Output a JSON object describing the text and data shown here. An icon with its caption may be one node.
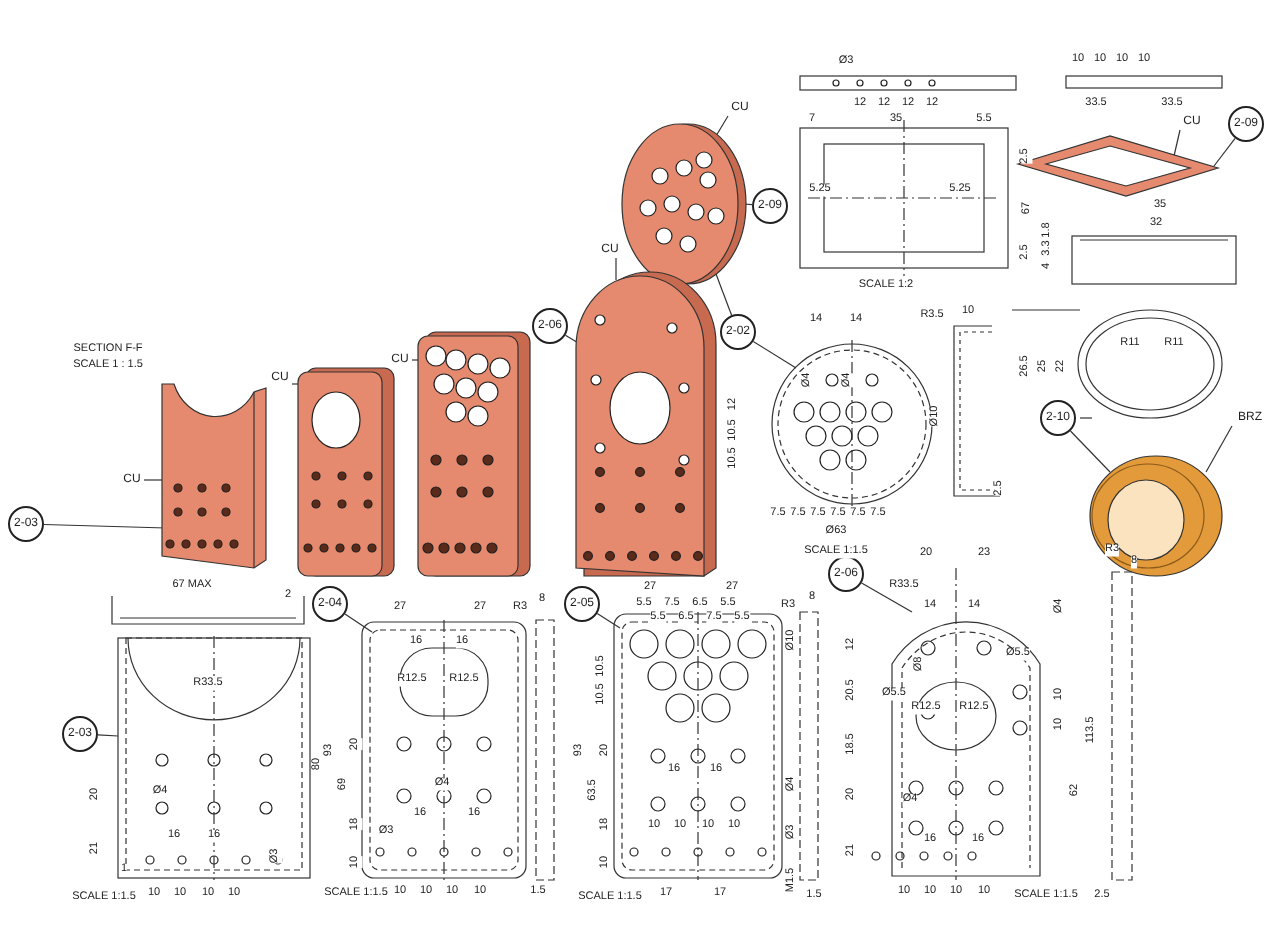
{
  "diagram": {
    "nodes": [
      {
        "text": [
          "2-09"
        ]
      },
      {
        "text": [],
        "shape": "picture"
      },
      {
        "text": [
          "CU"
        ]
      },
      {
        "text": [],
        "shape": "picture"
      },
      {
        "text": [
          "CU"
        ]
      },
      {
        "text": [
          "2-09"
        ]
      },
      {
        "text": [
          "2-02"
        ]
      },
      {
        "text": [],
        "shape": "picture"
      },
      {
        "text": [],
        "shape": "picture"
      },
      {
        "text": [
          "2-10"
        ]
      },
      {
        "text": [
          "BRZ"
        ]
      },
      {
        "text": [],
        "shape": "picture"
      },
      {
        "text": [
          "CU"
        ]
      },
      {
        "text": [
          "2-03"
        ]
      },
      {
        "text": [],
        "shape": "picture"
      },
      {
        "text": [
          "CU"
        ]
      },
      {
        "text": [],
        "shape": "picture"
      },
      {
        "text": [
          "CU"
        ]
      },
      {
        "text": [
          "2-06"
        ]
      },
      {
        "text": [],
        "shape": "picture"
      },
      {
        "text": [
          "CU"
        ]
      },
      {
        "text": [
          "2-03"
        ]
      },
      {
        "text": [],
        "shape": "picture"
      },
      {
        "text": [
          "2-04"
        ]
      },
      {
        "text": [],
        "shape": "picture"
      },
      {
        "text": [
          "2-05"
        ]
      },
      {
        "text": [],
        "shape": "picture"
      },
      {
        "text": [
          "2-06"
        ]
      },
      {
        "text": [],
        "shape": "picture"
      }
    ],
    "edges": [
      {
        "from": 0,
        "to": 1,
        "arrow": "none"
      },
      {
        "from": 2,
        "to": 1,
        "arrow": "none"
      },
      {
        "from": 4,
        "to": 3,
        "arrow": "none"
      },
      {
        "from": 5,
        "to": 3,
        "arrow": "none"
      },
      {
        "from": 6,
        "to": 1,
        "arrow": "none"
      },
      {
        "from": 6,
        "to": 7,
        "arrow": "none"
      },
      {
        "from": 9,
        "to": 8,
        "arrow": "none"
      },
      {
        "from": 10,
        "to": 8,
        "arrow": "none"
      },
      {
        "from": 12,
        "to": 11,
        "arrow": "none"
      },
      {
        "from": 13,
        "to": 11,
        "arrow": "none"
      },
      {
        "from": 15,
        "to": 14,
        "arrow": "none"
      },
      {
        "from": 17,
        "to": 16,
        "arrow": "none"
      },
      {
        "from": 18,
        "to": 19,
        "arrow": "none"
      },
      {
        "from": 20,
        "to": 19,
        "arrow": "none"
      },
      {
        "from": 21,
        "to": 22,
        "arrow": "none"
      },
      {
        "from": 23,
        "to": 24,
        "arrow": "none"
      },
      {
        "from": 25,
        "to": 26,
        "arrow": "none"
      },
      {
        "from": 27,
        "to": 28,
        "arrow": "none"
      }
    ],
    "labels": [
      "Ø3",
      "12",
      "12",
      "12",
      "12",
      "7",
      "35",
      "5.5",
      "2.5",
      "5.25",
      "5.25",
      "67",
      "2.5",
      "SCALE 1:2",
      "10",
      "10",
      "10",
      "10",
      "33.5",
      "33.5",
      "35",
      "32",
      "4",
      "3.3",
      "1.8",
      "26.5",
      "25",
      "22",
      "R11",
      "R11",
      "SECTION F-F",
      "SCALE 1 : 1.5",
      "14",
      "14",
      "Ø4",
      "Ø4",
      "12",
      "10.5",
      "10.5",
      "Ø10",
      "7.5",
      "7.5",
      "7.5",
      "7.5",
      "7.5",
      "7.5",
      "Ø63",
      "SCALE 1:1.5",
      "R3.5",
      "10",
      "2.5",
      "67 MAX",
      "2",
      "R33.5",
      "80",
      "20",
      "Ø4",
      "21",
      "16",
      "16",
      "Ø3",
      "1",
      "SCALE 1:1.5",
      "10",
      "10",
      "10",
      "10",
      "27",
      "27",
      "R3",
      "8",
      "16",
      "16",
      "R12.5",
      "R12.5",
      "93",
      "69",
      "20",
      "Ø4",
      "16",
      "16",
      "18",
      "Ø3",
      "10",
      "SCALE 1:1.5",
      "10",
      "10",
      "10",
      "10",
      "1.5",
      "27",
      "27",
      "5.5",
      "5.5",
      "7.5",
      "6.5",
      "6.5",
      "7.5",
      "5.5",
      "5.5",
      "R3",
      "8",
      "Ø10",
      "10.5",
      "10.5",
      "93",
      "63.5",
      "20",
      "16",
      "16",
      "Ø4",
      "18",
      "10",
      "10",
      "10",
      "10",
      "Ø3",
      "10",
      "M1.5",
      "SCALE 1:1.5",
      "17",
      "17",
      "1.5",
      "20",
      "23",
      "R3",
      "8",
      "R33.5",
      "14",
      "14",
      "Ø4",
      "12",
      "Ø8",
      "Ø5.5",
      "20.5",
      "Ø5.5",
      "R12.5",
      "R12.5",
      "10",
      "10",
      "113.5",
      "18.5",
      "20",
      "62",
      "Ø4",
      "16",
      "16",
      "21",
      "10",
      "10",
      "10",
      "10",
      "SCALE 1:1.5",
      "2.5"
    ]
  }
}
